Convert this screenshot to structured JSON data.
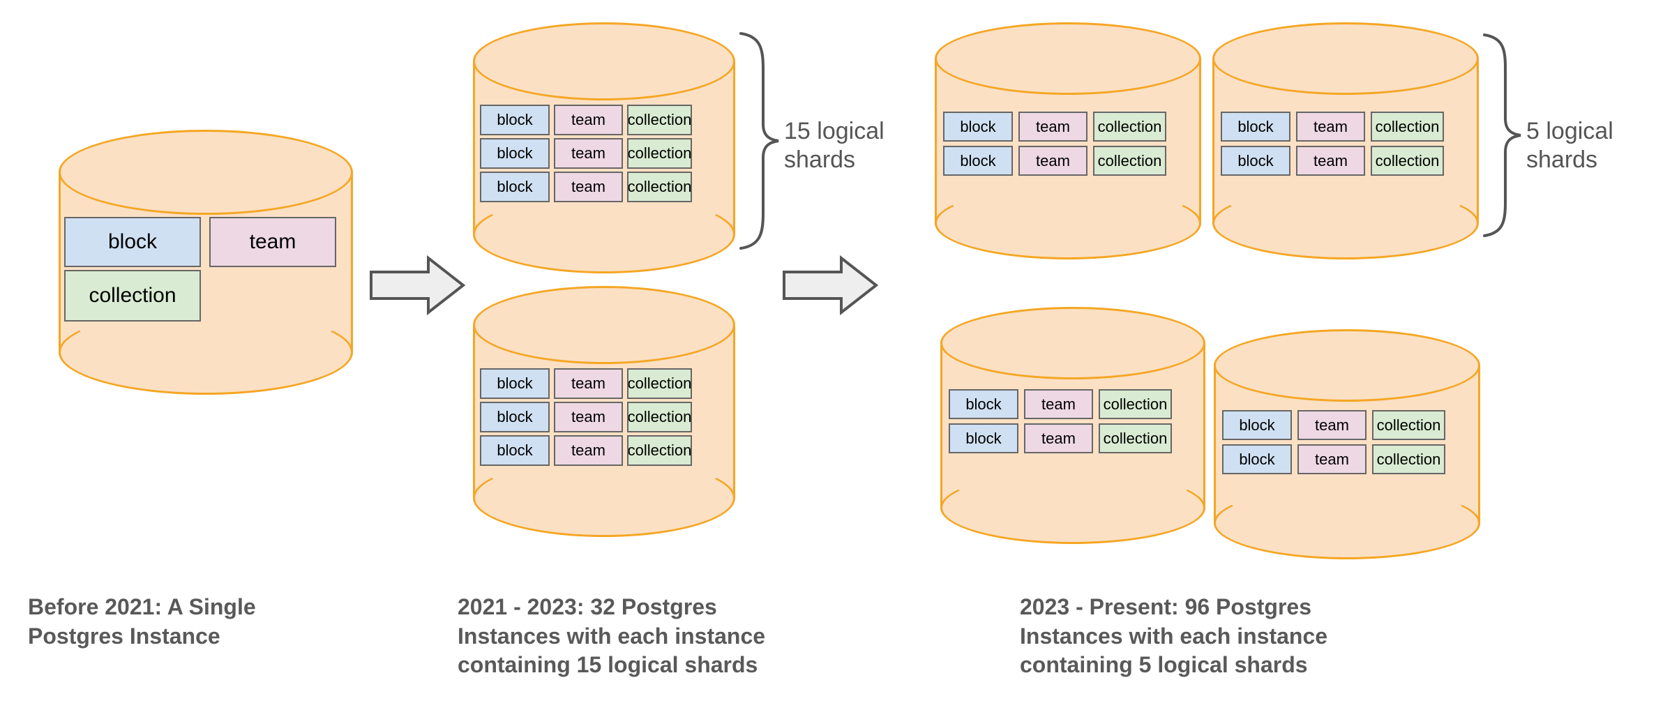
{
  "diagram": {
    "title_absent": true,
    "colors": {
      "cylinder_fill": "#fbe0c4",
      "cylinder_stroke": "#f5a623",
      "block_fill": "#cfe0f2",
      "team_fill": "#eed8e4",
      "collection_fill": "#d9ebd2",
      "shard_stroke": "#666666",
      "arrow_fill": "#eeeeee",
      "arrow_stroke": "#555555",
      "text_dark": "#595959",
      "brace_stroke": "#555555"
    },
    "shard_labels": {
      "block": "block",
      "team": "team",
      "collection": "collection"
    },
    "stages": [
      {
        "id": "stage-1",
        "caption": "Before 2021: A Single\nPostgres Instance",
        "instances": 1,
        "shards_per_instance": null,
        "instance_layout": "single-cylinder",
        "tables": [
          "block",
          "team",
          "collection"
        ]
      },
      {
        "id": "stage-2",
        "caption": "2021 - 2023: 32 Postgres\nInstances with each instance\ncontaining 15 logical shards",
        "instances": 32,
        "shards_per_instance": 15,
        "brace_label": "15 logical\nshards",
        "cylinders_shown": 2,
        "rows_per_cylinder": 3,
        "tables": [
          "block",
          "team",
          "collection"
        ]
      },
      {
        "id": "stage-3",
        "caption": "2023 - Present: 96 Postgres\nInstances with each instance\ncontaining 5 logical shards",
        "instances": 96,
        "shards_per_instance": 5,
        "brace_label": "5 logical\nshards",
        "cylinders_shown": 4,
        "rows_per_cylinder": 2,
        "tables": [
          "block",
          "team",
          "collection"
        ]
      }
    ],
    "arrows": [
      {
        "id": "arrow-1",
        "from": "stage-1",
        "to": "stage-2",
        "glyph": "block-arrow-right"
      },
      {
        "id": "arrow-2",
        "from": "stage-2",
        "to": "stage-3",
        "glyph": "block-arrow-right"
      }
    ]
  }
}
